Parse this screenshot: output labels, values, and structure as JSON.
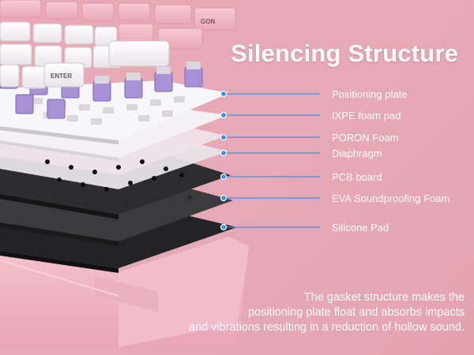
{
  "title": "Silencing Structure",
  "keycap_labels": [
    "ENTER",
    "GON"
  ],
  "layers": [
    {
      "name": "Positioning plate",
      "color": "#f5f5f7"
    },
    {
      "name": "IXPE foam pad",
      "color": "#f1eef2"
    },
    {
      "name": "PORON Foam",
      "color": "#efe3ea"
    },
    {
      "name": "Diaphragm",
      "color": "#e9e6ea"
    },
    {
      "name": "PCB board",
      "color": "#2c2c2e"
    },
    {
      "name": "EVA Soundproofing Foam",
      "color": "#3a393b"
    },
    {
      "name": "Silicone Pad",
      "color": "#1f1f21"
    }
  ],
  "description": [
    "The gasket structure makes the",
    "positioning plate float and absorbs impacts",
    "and vibrations resulting in a reduction of hollow sound."
  ],
  "colors": {
    "background": "#e6aab6",
    "leader_line": "#3a8fe8",
    "text": "#ffffff",
    "switch": "#a991d6",
    "case": "#f0b3c2"
  }
}
